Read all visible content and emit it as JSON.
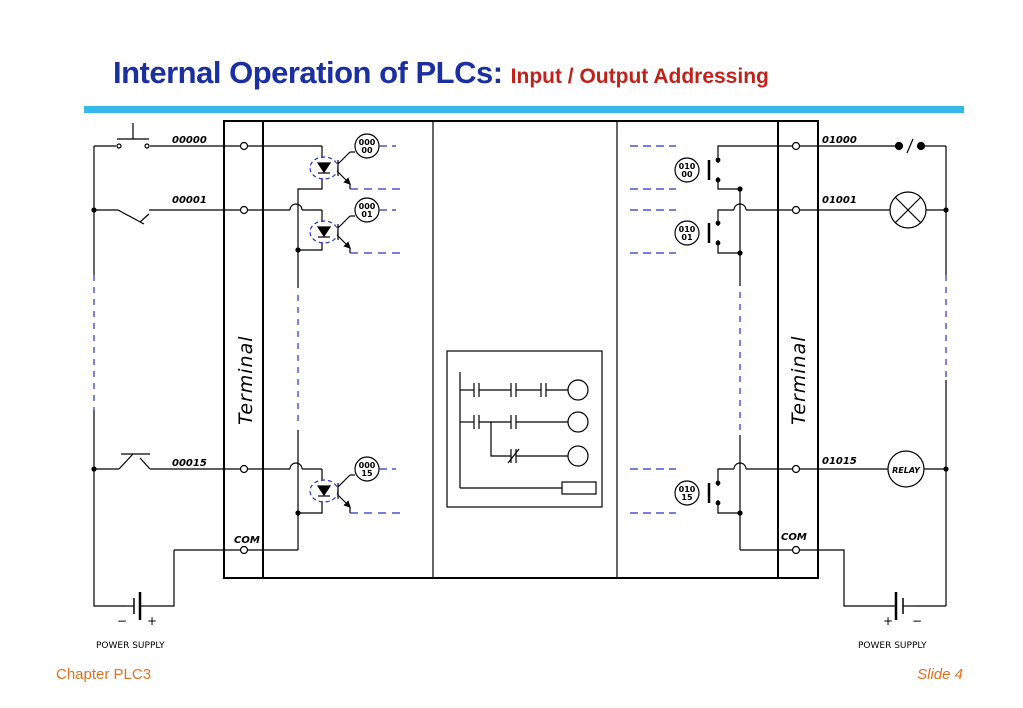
{
  "title": {
    "main": "Internal Operation of PLCs:",
    "sub": "Input / Output Addressing"
  },
  "footer": {
    "chapter": "Chapter PLC3",
    "slide": "Slide 4"
  },
  "diagram": {
    "input_addresses": [
      "00000",
      "00001",
      "00015"
    ],
    "output_addresses": [
      "01000",
      "01001",
      "01015"
    ],
    "input_coils": [
      [
        "000",
        "00"
      ],
      [
        "000",
        "01"
      ],
      [
        "000",
        "15"
      ]
    ],
    "output_coils": [
      [
        "010",
        "00"
      ],
      [
        "010",
        "01"
      ],
      [
        "010",
        "15"
      ]
    ],
    "terminal_label": "Terminal",
    "com_label": "COM",
    "relay_label": "RELAY",
    "power_supply": {
      "label": "POWER SUPPLY",
      "minus": "−",
      "plus": "+"
    }
  },
  "colors": {
    "title": "#1a2fa0",
    "subtitle": "#c0221a",
    "rule": "#35b8ec",
    "footer": "#e2701c",
    "dashed": "#2030c8"
  }
}
